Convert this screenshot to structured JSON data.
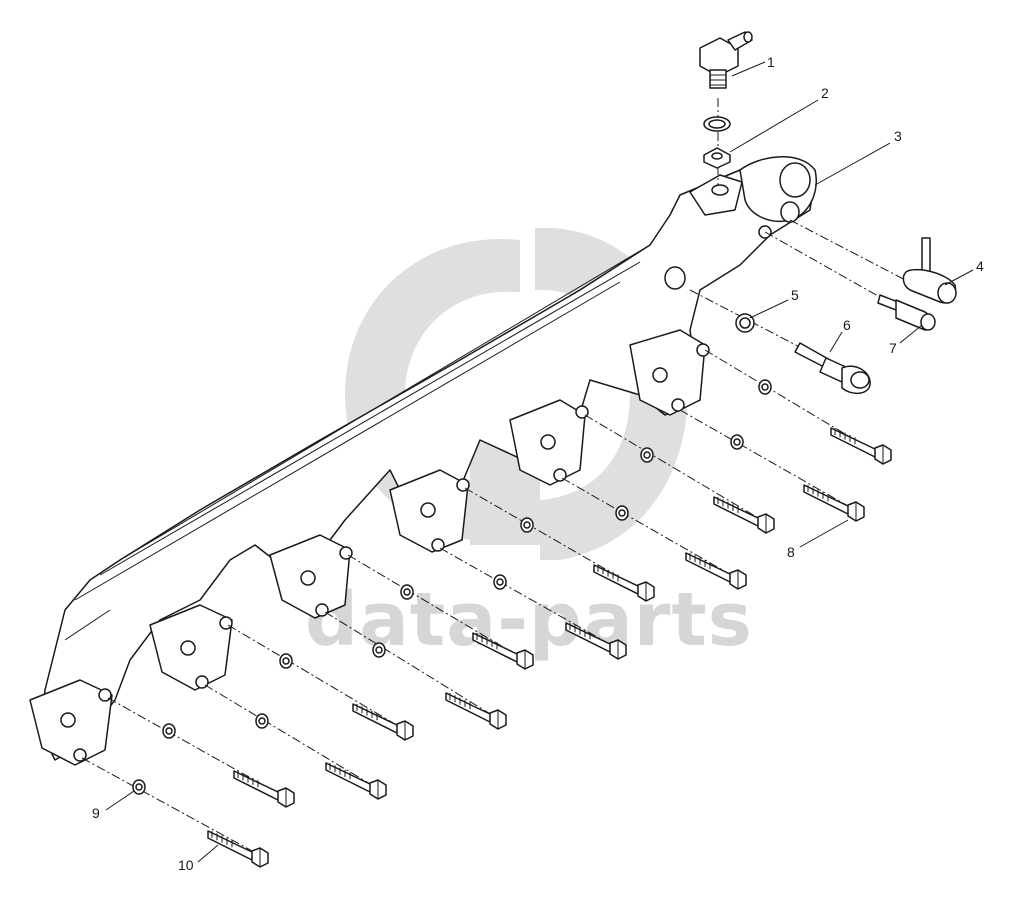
{
  "watermark": {
    "text": "data-parts"
  },
  "callouts": {
    "c1": "1",
    "c2": "2",
    "c3": "3",
    "c4": "4",
    "c5": "5",
    "c6": "6",
    "c7": "7",
    "c8": "8",
    "c9": "9",
    "c10": "10"
  }
}
